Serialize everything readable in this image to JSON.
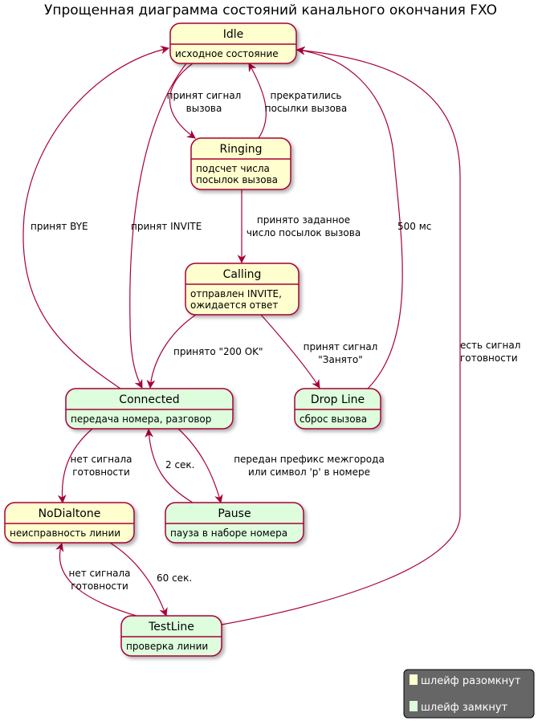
{
  "title": "Упрощенная диаграмма состояний канального окончания FXO",
  "colors": {
    "open_loop": "#fefece",
    "closed_loop": "#ddfddd",
    "border": "#a80036",
    "legend_bg": "#666666"
  },
  "states": {
    "idle": {
      "name": "Idle",
      "desc": [
        "исходное состояние"
      ]
    },
    "ringing": {
      "name": "Ringing",
      "desc": [
        "подсчет числа",
        "посылок вызова"
      ]
    },
    "calling": {
      "name": "Calling",
      "desc": [
        "отправлен INVITE,",
        "ожидается ответ"
      ]
    },
    "connected": {
      "name": "Connected",
      "desc": [
        "передача номера, разговор"
      ]
    },
    "dropline": {
      "name": "Drop Line",
      "desc": [
        "сброс вызова"
      ]
    },
    "nodialtone": {
      "name": "NoDialtone",
      "desc": [
        "неисправность линии"
      ]
    },
    "pause": {
      "name": "Pause",
      "desc": [
        "пауза в наборе номера"
      ]
    },
    "testline": {
      "name": "TestLine",
      "desc": [
        "проверка линии"
      ]
    }
  },
  "transitions": {
    "idle_ringing": [
      "принят сигнал",
      "вызова"
    ],
    "ringing_idle": [
      "прекратились",
      "посылки вызова"
    ],
    "ringing_calling": [
      "принято заданное",
      "число посылок вызова"
    ],
    "connected_idle": [
      "принят BYE"
    ],
    "idle_connected": [
      "принят INVITE"
    ],
    "dropline_idle": [
      "500 мс"
    ],
    "calling_connected": [
      "принято \"200 OK\""
    ],
    "calling_dropline": [
      "принят сигнал",
      "\"Занято\""
    ],
    "testline_idle": [
      "есть сигнал",
      "готовности"
    ],
    "connected_nodialtone": [
      "нет сигнала",
      "готовности"
    ],
    "pause_connected": [
      "2 сек."
    ],
    "connected_pause": [
      "передан префикс межгорода",
      "или символ 'р' в номере"
    ],
    "nodialtone_testline": [
      "60 сек."
    ],
    "testline_nodialtone": [
      "нет сигнала",
      "готовности"
    ]
  },
  "legend": {
    "open_loop_label": "шлейф разомкнут",
    "closed_loop_label": "шлейф замкнут"
  }
}
